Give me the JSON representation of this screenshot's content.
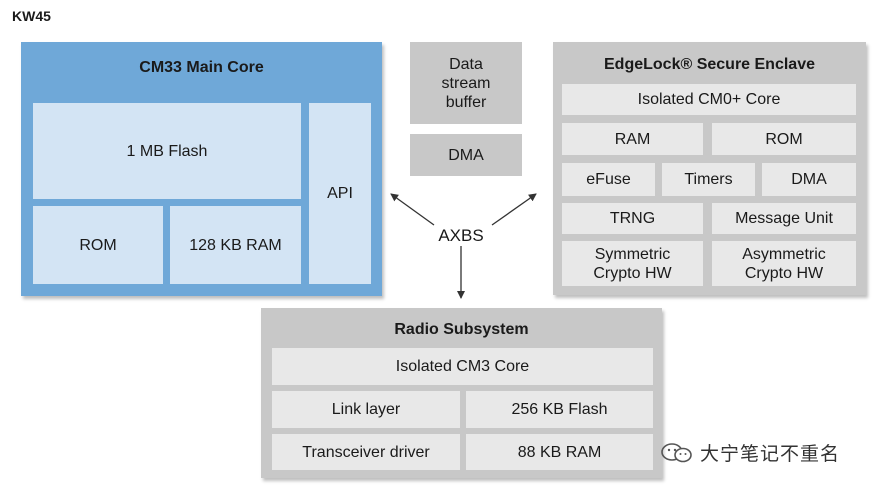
{
  "chip_name": "KW45",
  "cm33": {
    "title": "CM33 Main Core",
    "flash": "1 MB Flash",
    "rom": "ROM",
    "ram": "128 KB RAM",
    "api": "API"
  },
  "data_stream_buffer": "Data\nstream\nbuffer",
  "dma_center": "DMA",
  "axbs": "AXBS",
  "edgelock": {
    "title": "EdgeLock® Secure Enclave",
    "cm0_core": "Isolated CM0+ Core",
    "ram": "RAM",
    "rom": "ROM",
    "efuse": "eFuse",
    "timers": "Timers",
    "dma": "DMA",
    "trng": "TRNG",
    "message_unit": "Message Unit",
    "sym_crypto": "Symmetric\nCrypto HW",
    "asym_crypto": "Asymmetric\nCrypto HW"
  },
  "radio": {
    "title": "Radio Subsystem",
    "cm3_core": "Isolated CM3 Core",
    "link_layer": "Link layer",
    "flash": "256 KB Flash",
    "transceiver": "Transceiver driver",
    "ram": "88 KB RAM"
  },
  "watermark": "大宁笔记不重名"
}
